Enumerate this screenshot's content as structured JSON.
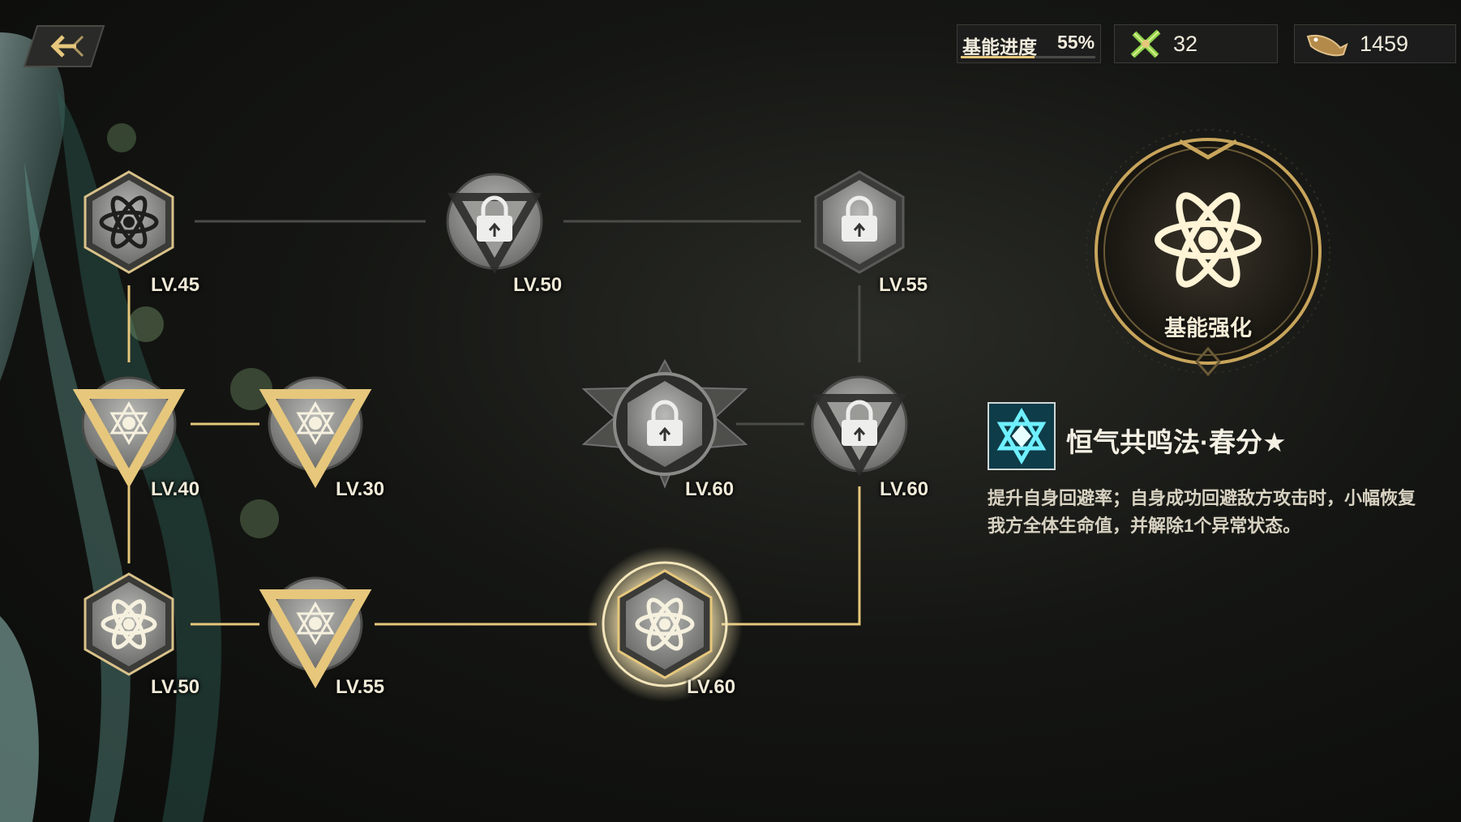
{
  "header": {
    "progress_label": "基能进度",
    "progress_value": "55%",
    "progress_fraction": 0.55,
    "currency_a": {
      "icon": "green-cross-material-icon",
      "amount": "32"
    },
    "currency_b": {
      "icon": "gold-fish-material-icon",
      "amount": "1459"
    }
  },
  "colors": {
    "gold": "#e6c77c",
    "locked_grey": "#8e8e8e",
    "accent_cyan": "#38d8e8",
    "background": "#151613"
  },
  "nodes": [
    {
      "id": "n1",
      "level": "LV.45",
      "shape": "hexagon",
      "state": "unlocked"
    },
    {
      "id": "n2",
      "level": "LV.50",
      "shape": "triangle",
      "state": "locked"
    },
    {
      "id": "n3",
      "level": "LV.55",
      "shape": "hexagon",
      "state": "locked"
    },
    {
      "id": "n4",
      "level": "LV.40",
      "shape": "triangle",
      "state": "unlocked"
    },
    {
      "id": "n5",
      "level": "LV.30",
      "shape": "triangle",
      "state": "unlocked"
    },
    {
      "id": "n6",
      "level": "LV.60",
      "shape": "star-core",
      "state": "locked"
    },
    {
      "id": "n7",
      "level": "LV.60",
      "shape": "triangle",
      "state": "locked"
    },
    {
      "id": "n8",
      "level": "LV.50",
      "shape": "hexagon",
      "state": "unlocked"
    },
    {
      "id": "n9",
      "level": "LV.55",
      "shape": "triangle",
      "state": "unlocked"
    },
    {
      "id": "n10",
      "level": "LV.60",
      "shape": "hexagon",
      "state": "selected"
    }
  ],
  "detail": {
    "emblem_label": "基能强化",
    "skill_title": "恒气共鸣法·春分★",
    "skill_icon": "cyan-star-skill-icon",
    "description": "提升自身回避率；自身成功回避敌方攻击时，小幅恢复我方全体生命值，并解除1个异常状态。"
  }
}
